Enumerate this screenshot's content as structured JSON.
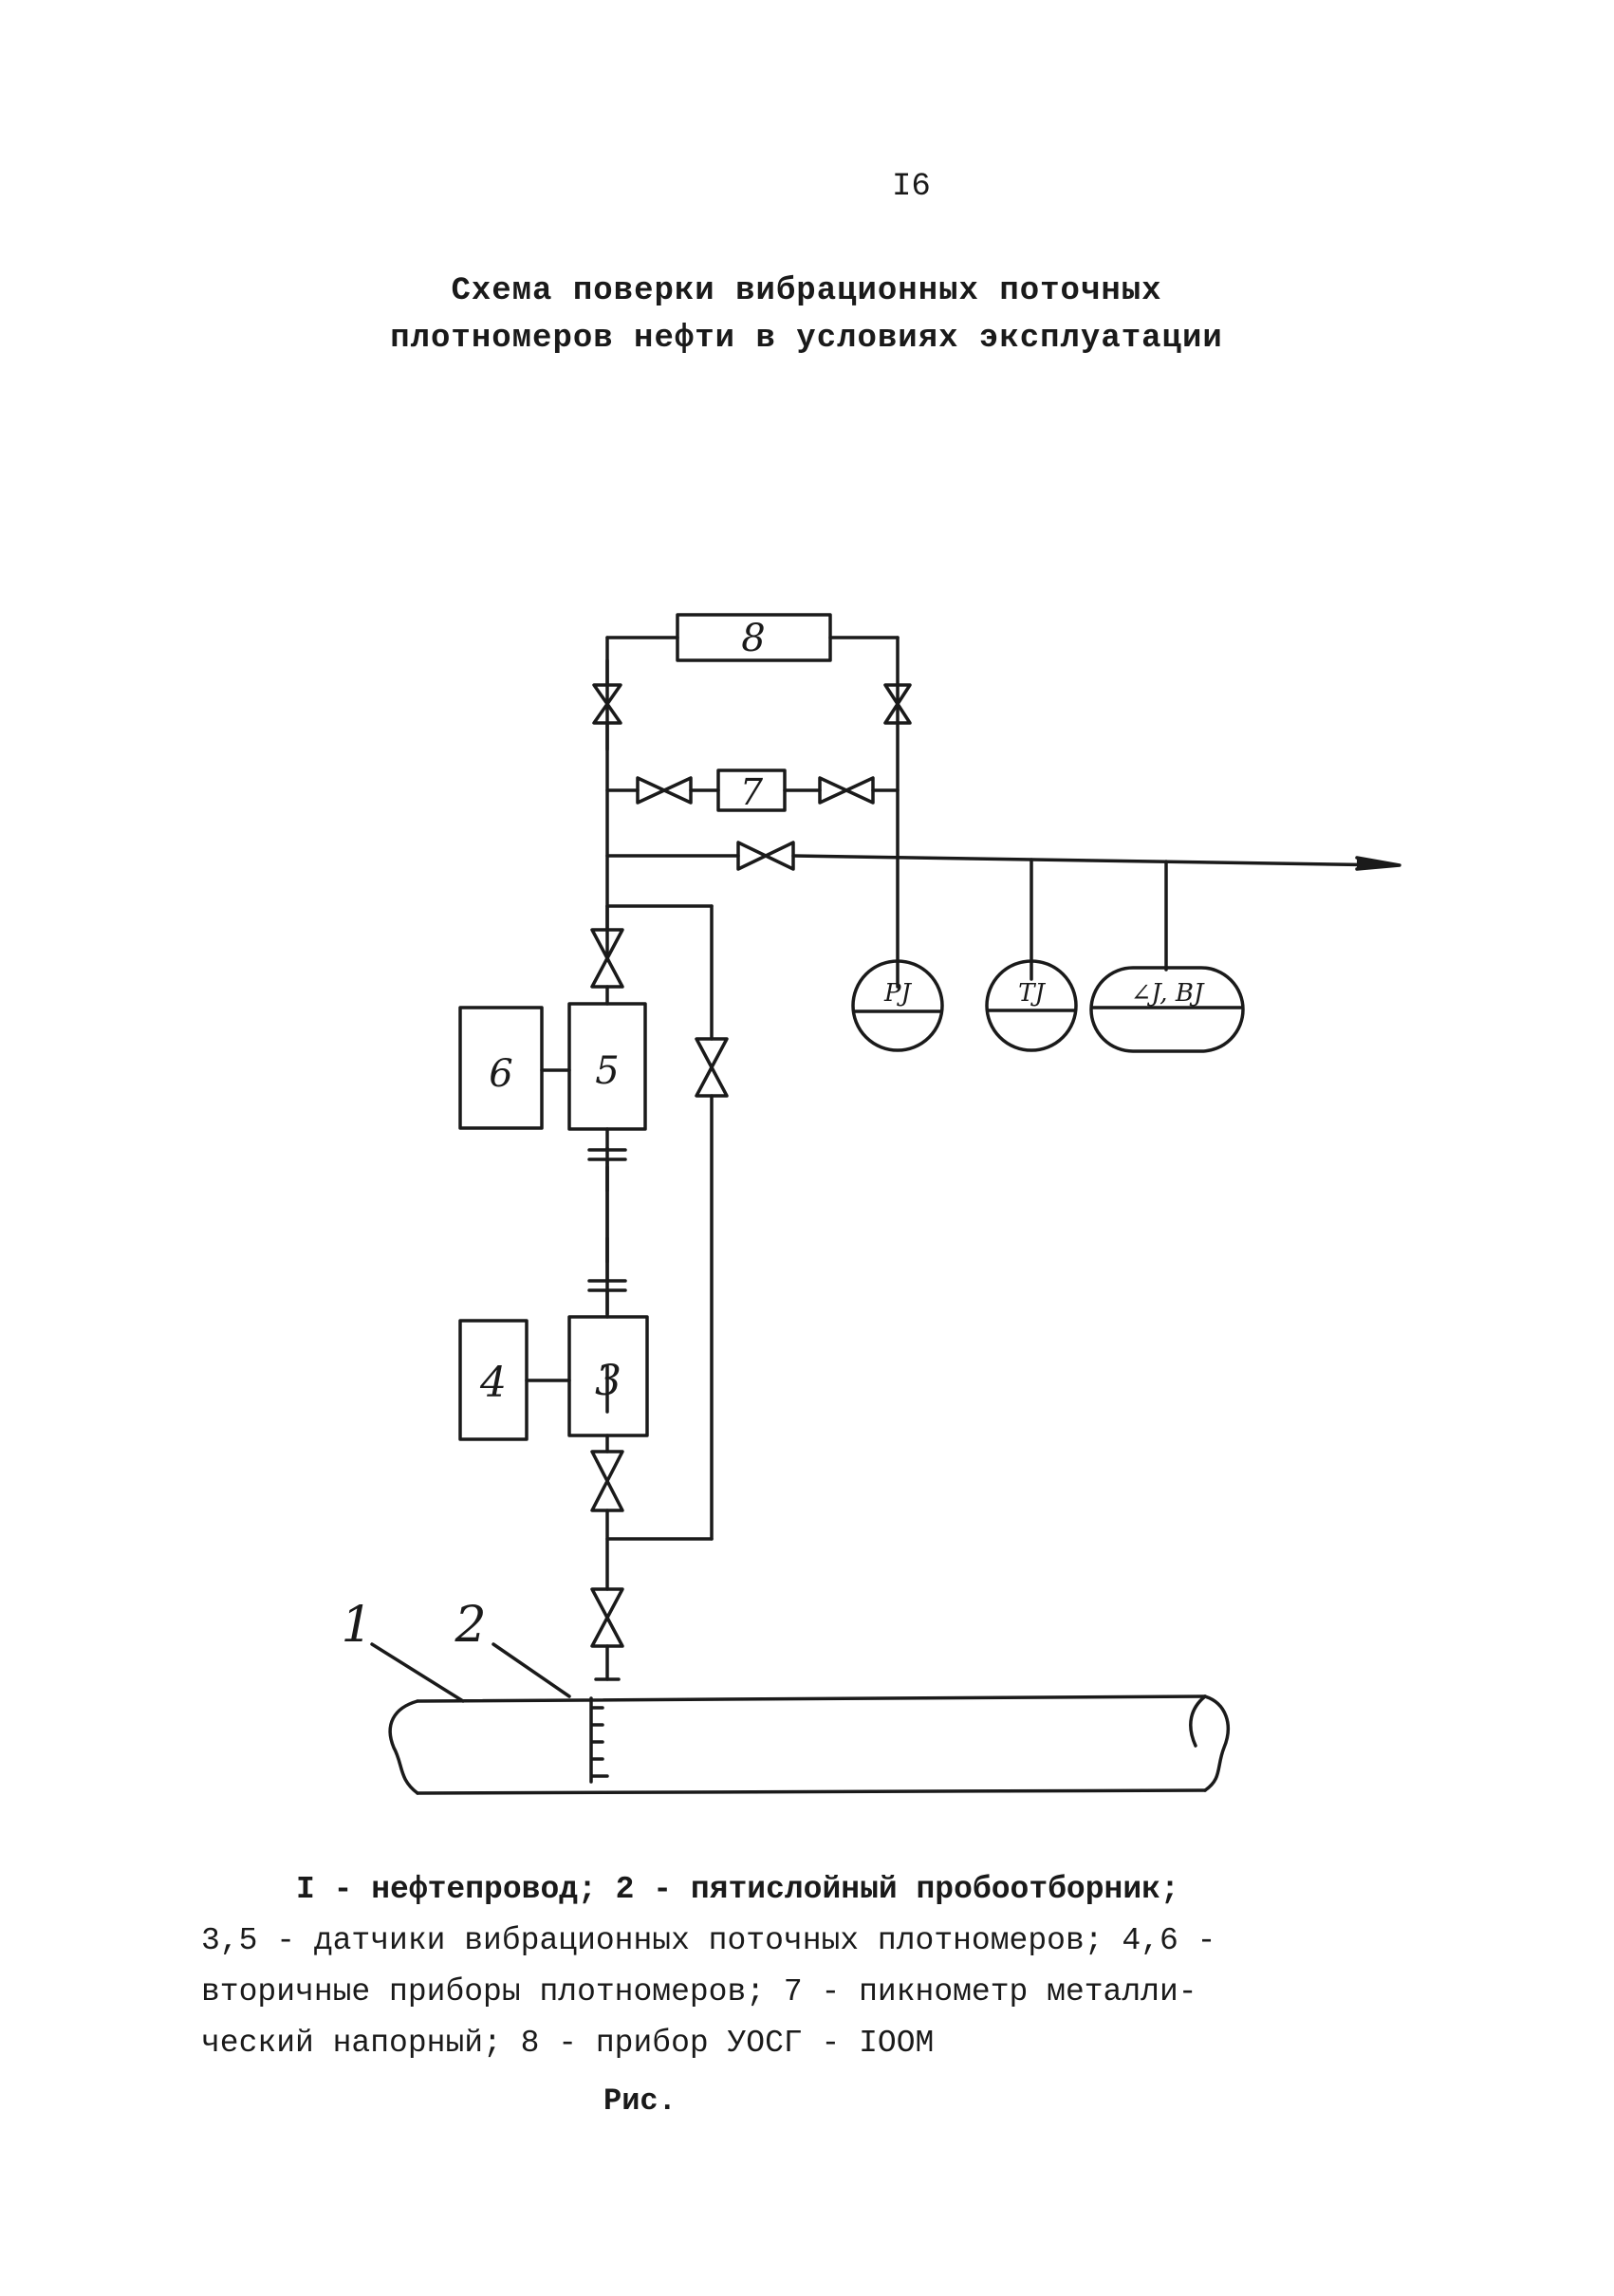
{
  "page": {
    "number": "I6"
  },
  "title": {
    "line1": "Схема поверки вибрационных поточных",
    "line2": "плотномеров нефти в условиях эксплуатации"
  },
  "diagram": {
    "labels": {
      "pipeline": "1",
      "sampler": "2",
      "sensor_3": "3",
      "device_4": "4",
      "sensor_5": "5",
      "device_6": "6",
      "pycnometer_7": "7",
      "uosg_8": "8",
      "gauge_pressure": "PJ",
      "gauge_temperature": "TJ",
      "gauge_combined": "∠J, BJ"
    }
  },
  "legend": {
    "line1": "I - нефтепровод; 2 - пятислойный пробоотборник;",
    "line2": "3,5 - датчики вибрационных поточных плотномеров; 4,6 -",
    "line3": "вторичные приборы плотномеров; 7 - пикнометр металли-",
    "line4": "ческий напорный; 8 - прибор УОСГ - IOOM"
  },
  "caption": "Рис."
}
